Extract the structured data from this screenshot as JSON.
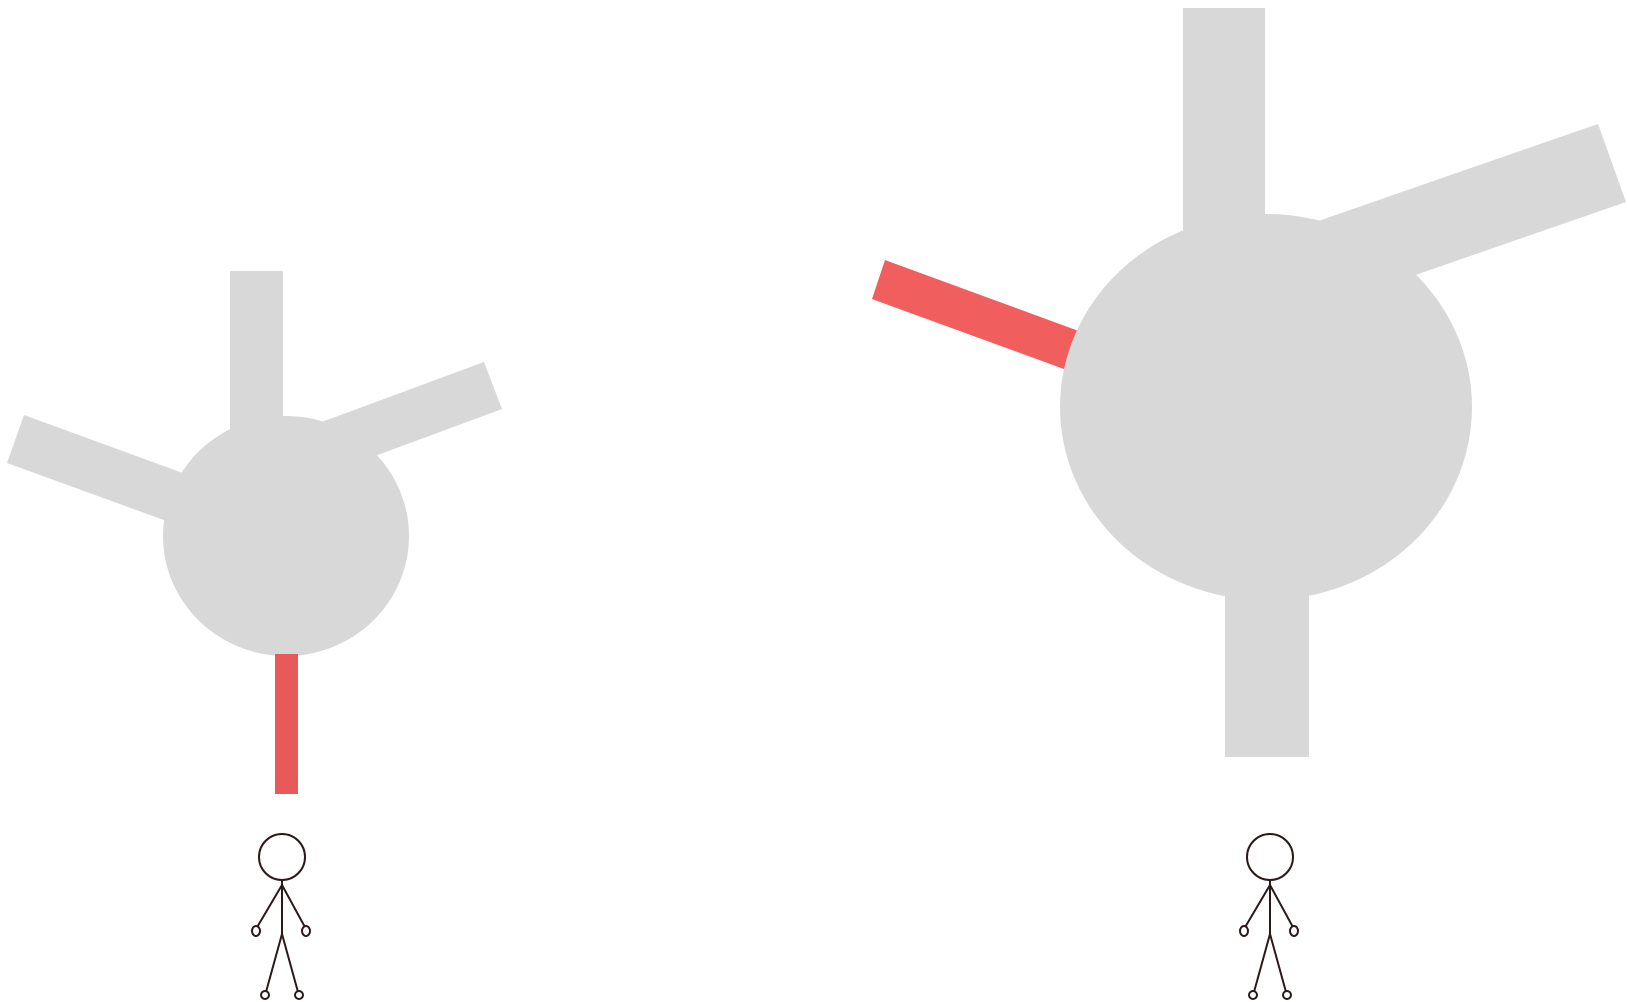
{
  "colors": {
    "background": "#ffffff",
    "road": "#d8d8d8",
    "highlight_left": "#e85a5a",
    "highlight_right": "#f05e5e",
    "person_stroke": "#2a1a1a"
  },
  "diagrams": [
    {
      "name": "small-roundabout",
      "highlighted_exit": "south",
      "exits": [
        "north",
        "north-east",
        "west",
        "south"
      ]
    },
    {
      "name": "large-roundabout",
      "highlighted_exit": "west",
      "exits": [
        "north",
        "north-east",
        "west",
        "south"
      ]
    }
  ],
  "icons": {
    "person_left": "person-icon",
    "person_right": "person-icon"
  }
}
